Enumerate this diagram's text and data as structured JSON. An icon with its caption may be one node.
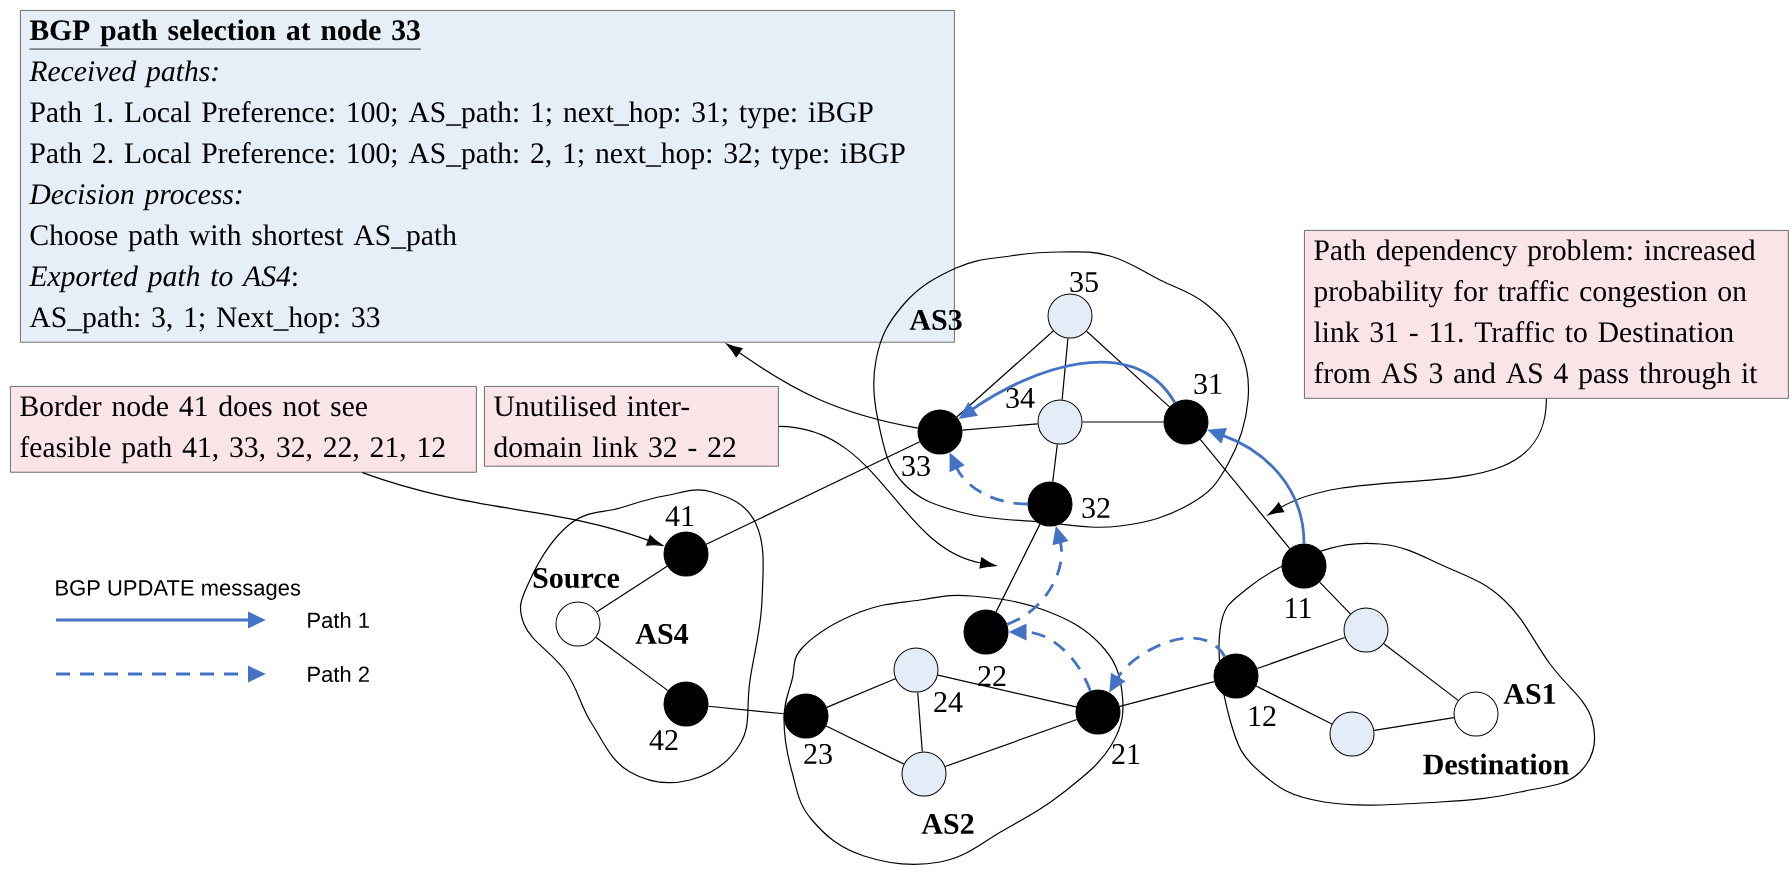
{
  "diagram": {
    "nodes": [
      {
        "text": [
          "BGP path selection at node 33",
          "Received paths:",
          "Path 1. Local Preference: 100; AS_path: 1; next_hop: 31; type: iBGP",
          "Path 2. Local Preference: 100; AS_path: 2, 1; next_hop: 32; type: iBGP",
          "Decision process:",
          "Choose path with shortest AS_path",
          "*Exported path to AS4*:",
          "AS_path: 3, 1; Next_hop: 33"
        ]
      },
      {
        "text": [
          "Border node 41 does not see feasible path 41, 33, 32, 22, 21, 12"
        ]
      },
      {
        "text": [
          "Unutilised inter-domain link 32 - 22"
        ]
      },
      {
        "text": [
          "Path dependency problem: increased probability for traffic congestion on link 31 - 11. Traffic to Destination from AS 3 and AS 4 pass through it"
        ]
      },
      {
        "text": [
          "AS3"
        ]
      },
      {
        "text": [],
        "shape": "circle",
        "in": 4,
        "beside": [
          "35"
        ]
      },
      {
        "text": [],
        "shape": "circle",
        "in": 4,
        "beside": [
          "34"
        ]
      },
      {
        "text": [],
        "shape": "circle",
        "in": 4,
        "beside": [
          "31"
        ]
      },
      {
        "text": [],
        "shape": "circle",
        "in": 4,
        "beside": [
          "33"
        ]
      },
      {
        "text": [],
        "shape": "circle",
        "in": 4,
        "beside": [
          "32"
        ]
      },
      {
        "text": [
          "AS4"
        ]
      },
      {
        "text": [],
        "shape": "circle",
        "in": 10,
        "beside": [
          "41"
        ]
      },
      {
        "text": [],
        "shape": "circle",
        "in": 10,
        "beside": [
          "Source"
        ]
      },
      {
        "text": [],
        "shape": "circle",
        "in": 10,
        "beside": [
          "42"
        ]
      },
      {
        "text": [
          "AS2"
        ]
      },
      {
        "text": [],
        "shape": "circle",
        "in": 14,
        "beside": [
          "22"
        ]
      },
      {
        "text": [],
        "shape": "circle",
        "in": 14,
        "beside": [
          "24"
        ]
      },
      {
        "text": [],
        "shape": "circle",
        "in": 14,
        "beside": [
          "23"
        ]
      },
      {
        "text": [],
        "shape": "circle",
        "in": 14
      },
      {
        "text": [],
        "shape": "circle",
        "in": 14,
        "beside": [
          "21"
        ]
      },
      {
        "text": [
          "AS1"
        ]
      },
      {
        "text": [],
        "shape": "circle",
        "in": 20,
        "beside": [
          "11"
        ]
      },
      {
        "text": [],
        "shape": "circle",
        "in": 20,
        "beside": [
          "12"
        ]
      },
      {
        "text": [],
        "shape": "circle",
        "in": 20
      },
      {
        "text": [],
        "shape": "circle",
        "in": 20
      },
      {
        "text": [],
        "shape": "circle",
        "in": 20,
        "beside": [
          "Destination"
        ]
      }
    ],
    "edges": [
      {
        "from": 8,
        "to": 0,
        "arrow": "to"
      },
      {
        "from": 1,
        "to": 11,
        "arrow": "to"
      },
      {
        "from": 2,
        "to": null,
        "arrow": "to"
      },
      {
        "from": 3,
        "to": null,
        "arrow": "to"
      },
      {
        "from": 5,
        "to": 8,
        "arrow": "none"
      },
      {
        "from": 5,
        "to": 6,
        "arrow": "none"
      },
      {
        "from": 5,
        "to": 7,
        "arrow": "none"
      },
      {
        "from": 6,
        "to": 8,
        "arrow": "none"
      },
      {
        "from": 6,
        "to": 7,
        "arrow": "none"
      },
      {
        "from": 6,
        "to": 9,
        "arrow": "none"
      },
      {
        "from": 7,
        "to": 21,
        "arrow": "none"
      },
      {
        "from": 8,
        "to": 11,
        "arrow": "none"
      },
      {
        "from": 9,
        "to": 15,
        "arrow": "none"
      },
      {
        "from": 12,
        "to": 11,
        "arrow": "none"
      },
      {
        "from": 12,
        "to": 13,
        "arrow": "none"
      },
      {
        "from": 13,
        "to": 17,
        "arrow": "none"
      },
      {
        "from": 17,
        "to": 16,
        "arrow": "none"
      },
      {
        "from": 17,
        "to": 18,
        "arrow": "none"
      },
      {
        "from": 16,
        "to": 18,
        "arrow": "none"
      },
      {
        "from": 16,
        "to": 19,
        "arrow": "none"
      },
      {
        "from": 18,
        "to": 19,
        "arrow": "none"
      },
      {
        "from": 19,
        "to": 22,
        "arrow": "none"
      },
      {
        "from": 22,
        "to": 23,
        "arrow": "none"
      },
      {
        "from": 22,
        "to": 24,
        "arrow": "none"
      },
      {
        "from": 21,
        "to": 23,
        "arrow": "none"
      },
      {
        "from": 23,
        "to": 25,
        "arrow": "none"
      },
      {
        "from": 24,
        "to": 25,
        "arrow": "none"
      },
      {
        "from": 21,
        "to": 7,
        "arrow": "to",
        "color": "#4472c4"
      },
      {
        "from": 7,
        "to": 8,
        "arrow": "to",
        "color": "#4472c4"
      },
      {
        "from": 22,
        "to": 19,
        "arrow": "to",
        "style": "dashed",
        "color": "#4472c4"
      },
      {
        "from": 19,
        "to": 15,
        "arrow": "to",
        "style": "dashed",
        "color": "#4472c4"
      },
      {
        "from": 15,
        "to": 9,
        "arrow": "to",
        "style": "dashed",
        "color": "#4472c4"
      },
      {
        "from": 9,
        "to": 8,
        "arrow": "to",
        "style": "dashed",
        "color": "#4472c4"
      }
    ],
    "labels": [
      "BGP UPDATE messages"
    ],
    "legend": [
      {
        "text": "Path 1"
      },
      {
        "text": "Path 2"
      }
    ]
  }
}
